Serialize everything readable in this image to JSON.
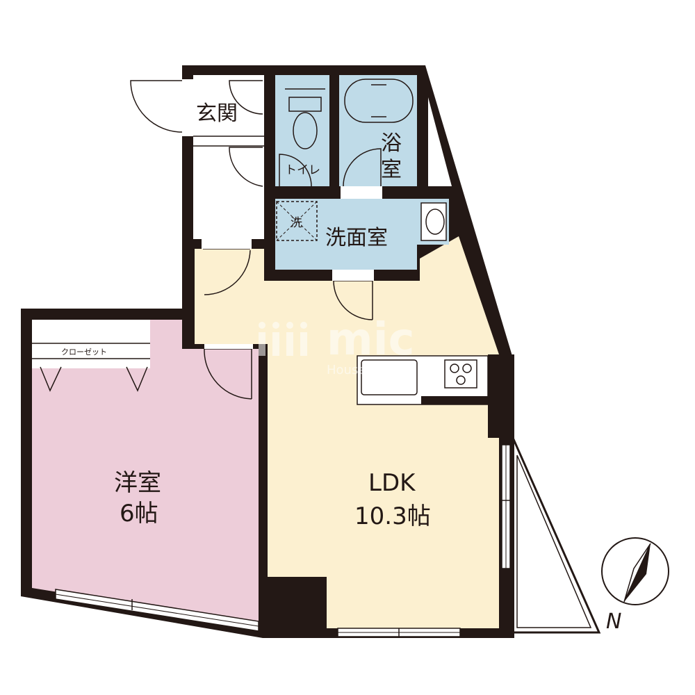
{
  "rooms": {
    "genkan": "玄関",
    "toilet": "トイレ",
    "bath_1": "浴",
    "bath_2": "室",
    "washroom": "洗面室",
    "washer": "洗",
    "closet": "クローゼット",
    "western_name": "洋室",
    "western_size": "6帖",
    "ldk_name": "LDK",
    "ldk_size": "10.3帖"
  },
  "watermark": {
    "brand": "mic",
    "tagline": "House & Life"
  },
  "compass": {
    "north": "N"
  },
  "colors": {
    "wall": "#231815",
    "ldk": "#fcf0d0",
    "western": "#edcdd9",
    "wet": "#bfdbe8",
    "entry": "#ffffff"
  }
}
